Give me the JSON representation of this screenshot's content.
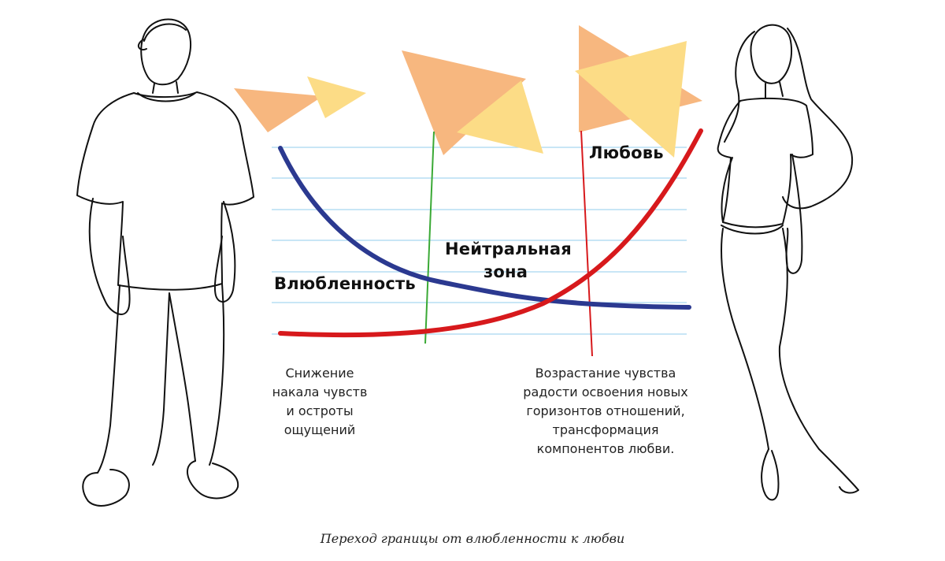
{
  "diagram": {
    "labels": {
      "infatuation": "Влюбленность",
      "neutral_line1": "Нейтральная",
      "neutral_line2": "зона",
      "love": "Любовь"
    },
    "notes": {
      "left": [
        "Снижение",
        "накала чувств",
        "и остроты",
        "ощущений"
      ],
      "right": [
        "Возрастание чувства",
        "радости освоения новых",
        "горизонтов отношений,",
        "трансформация",
        "компонентов любви."
      ]
    },
    "caption": "Переход границы от влюбленности к любви"
  },
  "colors": {
    "infatuation_curve": "#2b3990",
    "love_curve": "#d7191c",
    "green_line": "#3aa935",
    "red_line": "#d7191c",
    "grid": "#a8d8f0",
    "flag_orange": "#f7b77f",
    "flag_yellow": "#fcdc86",
    "outline": "#111111"
  }
}
